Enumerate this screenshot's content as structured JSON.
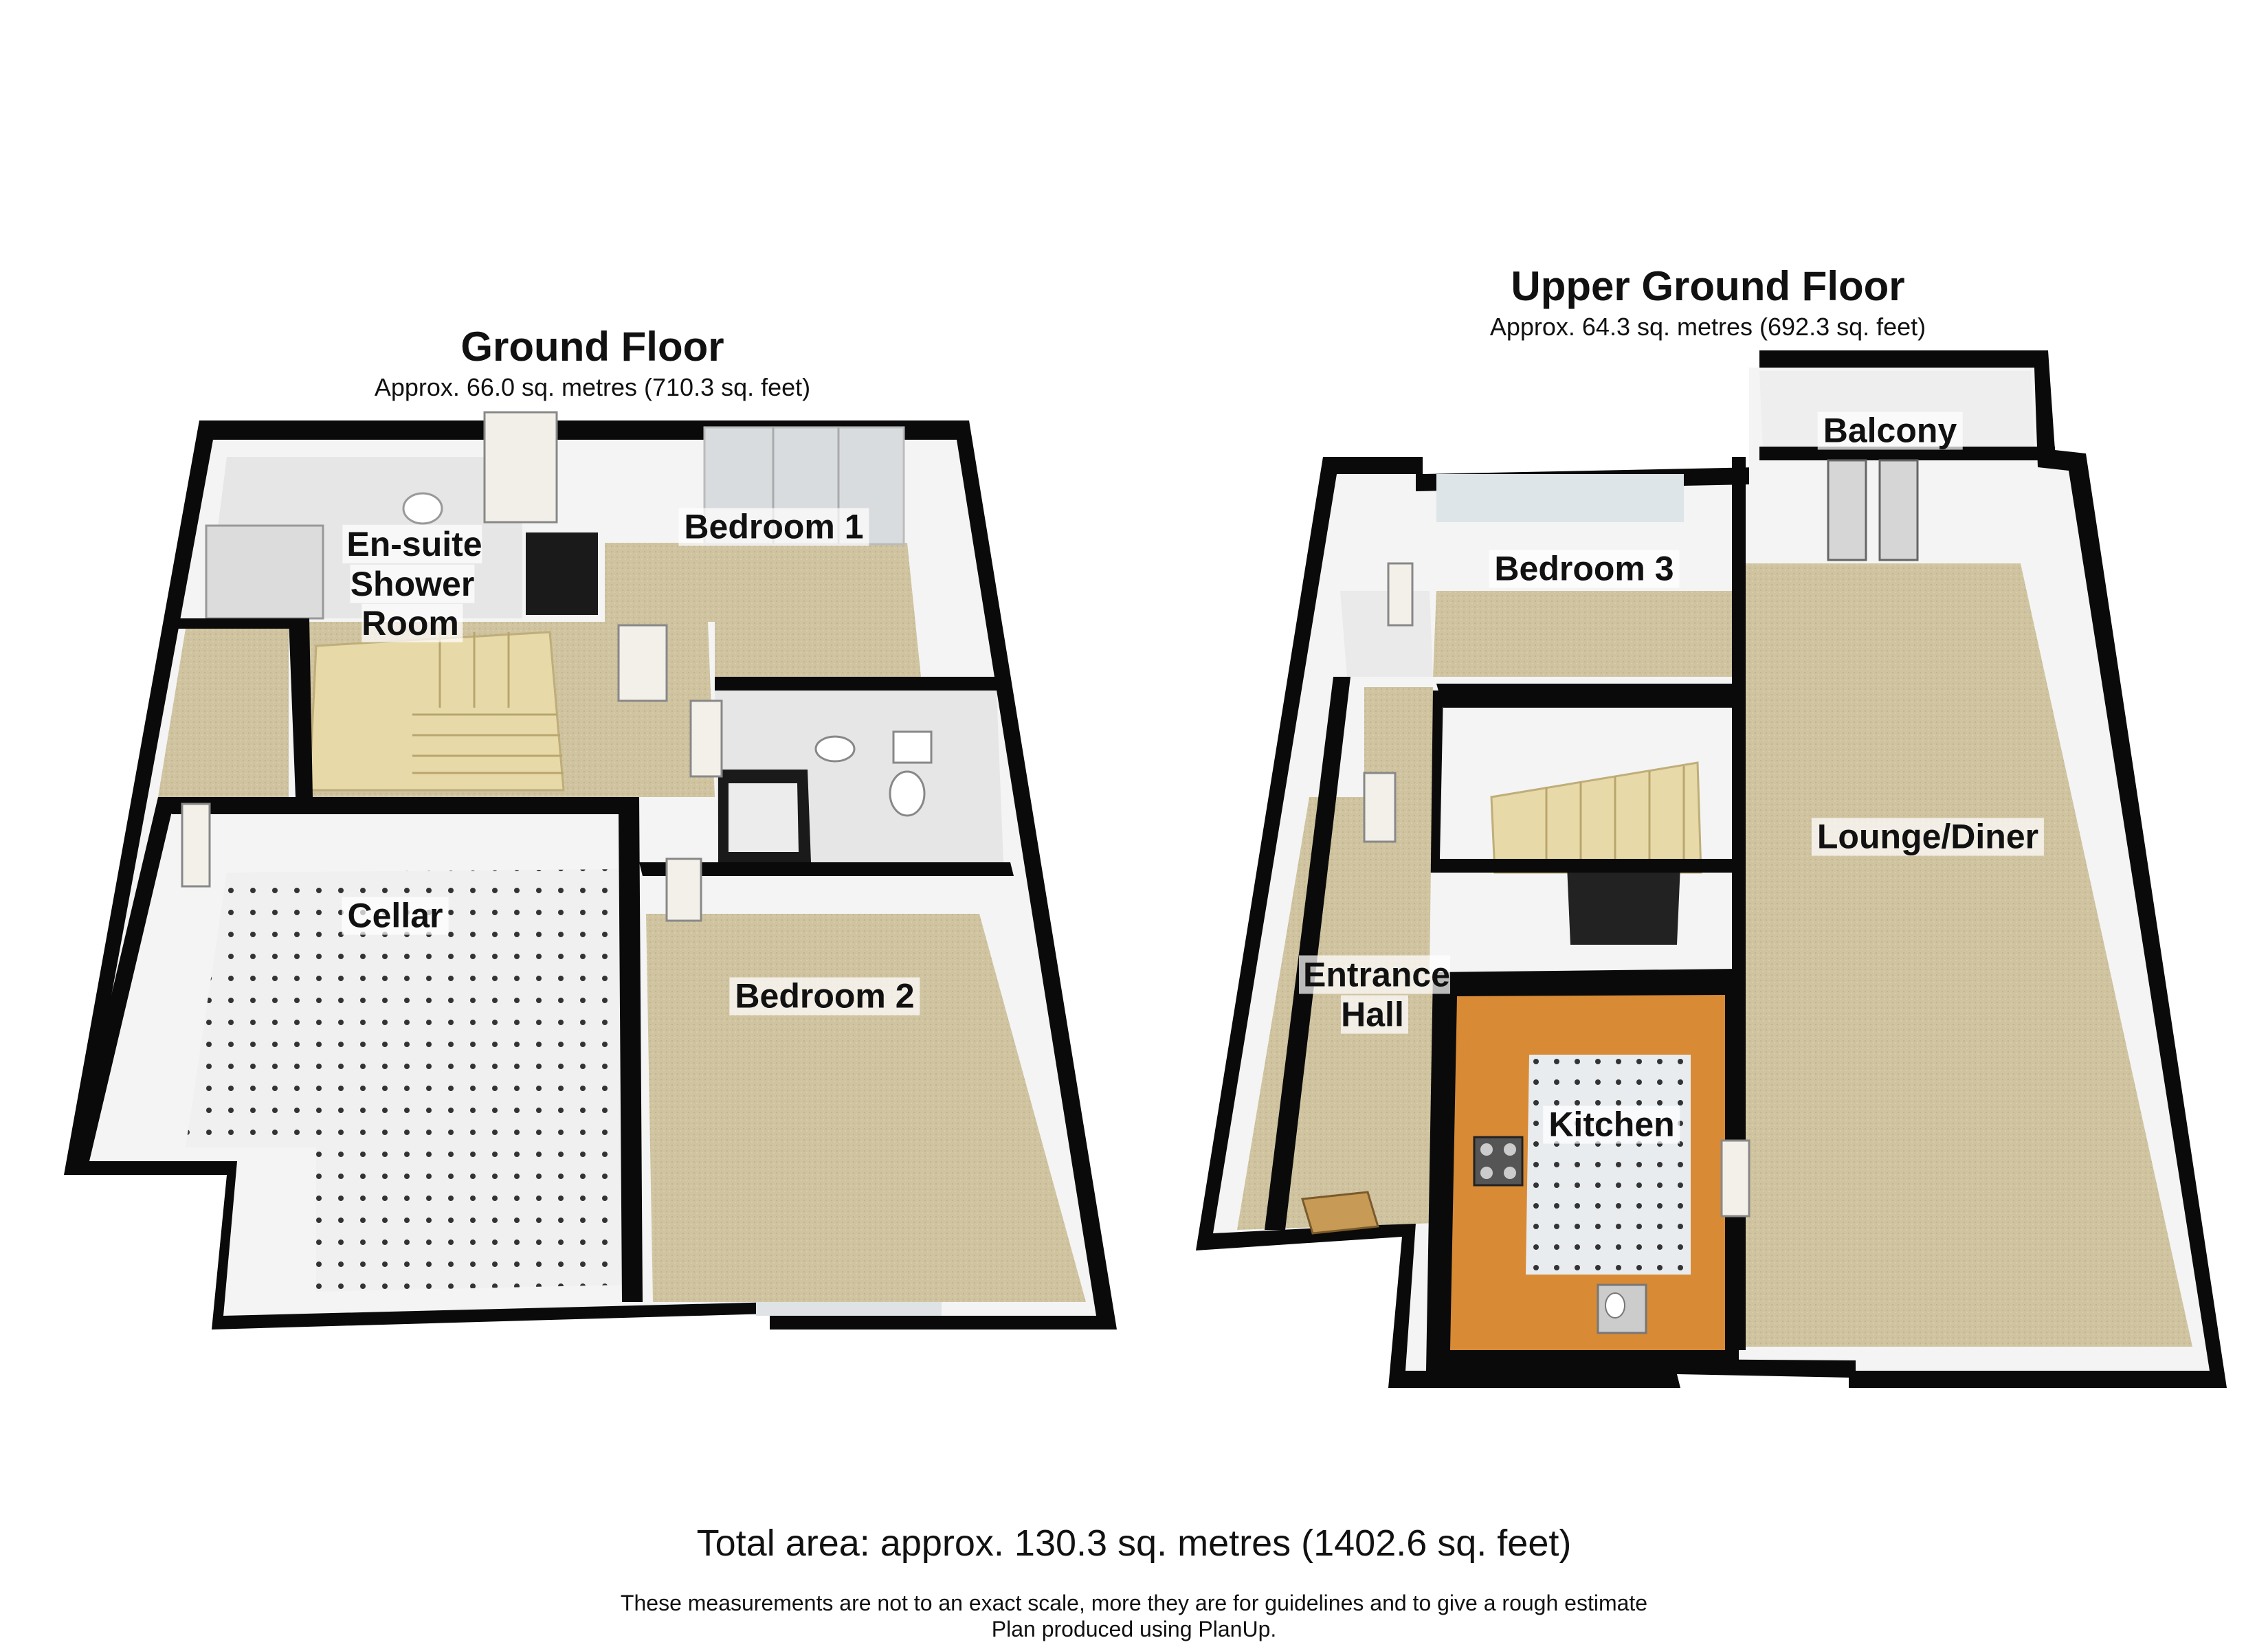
{
  "ground_floor": {
    "title": "Ground Floor",
    "area": "Approx. 66.0 sq. metres (710.3 sq. feet)",
    "rooms": {
      "ensuite": "En-suite\nShower\nRoom",
      "bedroom1": "Bedroom 1",
      "cellar": "Cellar",
      "bedroom2": "Bedroom 2"
    }
  },
  "upper_floor": {
    "title": "Upper Ground Floor",
    "area": "Approx. 64.3 sq. metres (692.3 sq. feet)",
    "rooms": {
      "balcony": "Balcony",
      "bedroom3": "Bedroom 3",
      "lounge": "Lounge/Diner",
      "entrance": "Entrance\nHall",
      "kitchen": "Kitchen"
    }
  },
  "footer": {
    "total": "Total area: approx. 130.3 sq. metres (1402.6 sq. feet)",
    "disclaimer": "These measurements are not to an exact scale, more they are for guidelines and to give a rough estimate",
    "credit": "Plan produced using PlanUp."
  },
  "colors": {
    "wall": "#0a0a0a",
    "wall_face": "#f2f2f2",
    "carpet": "#cfc3a0",
    "cellar_floor": "#efefef",
    "kitchen_worktop": "#d88a35",
    "stairs": "#e8d9a8"
  }
}
